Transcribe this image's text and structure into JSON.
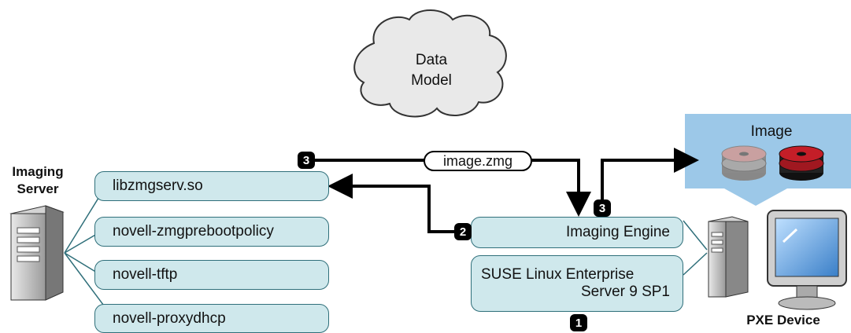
{
  "cloud": {
    "line1": "Data",
    "line2": "Model"
  },
  "server": {
    "line1": "Imaging",
    "line2": "Server"
  },
  "services": [
    "libzmgserv.so",
    "novell-zmgprebootpolicy",
    "novell-tftp",
    "novell-proxydhcp"
  ],
  "engine": "Imaging Engine",
  "os": {
    "line1": "SUSE Linux Enterprise",
    "line2": "Server 9 SP1"
  },
  "file": "image.zmg",
  "image_title": "Image",
  "device": "PXE Device",
  "steps": {
    "one": "1",
    "two": "2",
    "three_a": "3",
    "three_b": "3"
  },
  "colors": {
    "box_fill": "#cfe8ec",
    "box_stroke": "#2f6f7a",
    "image_panel": "#9cc8e8"
  }
}
